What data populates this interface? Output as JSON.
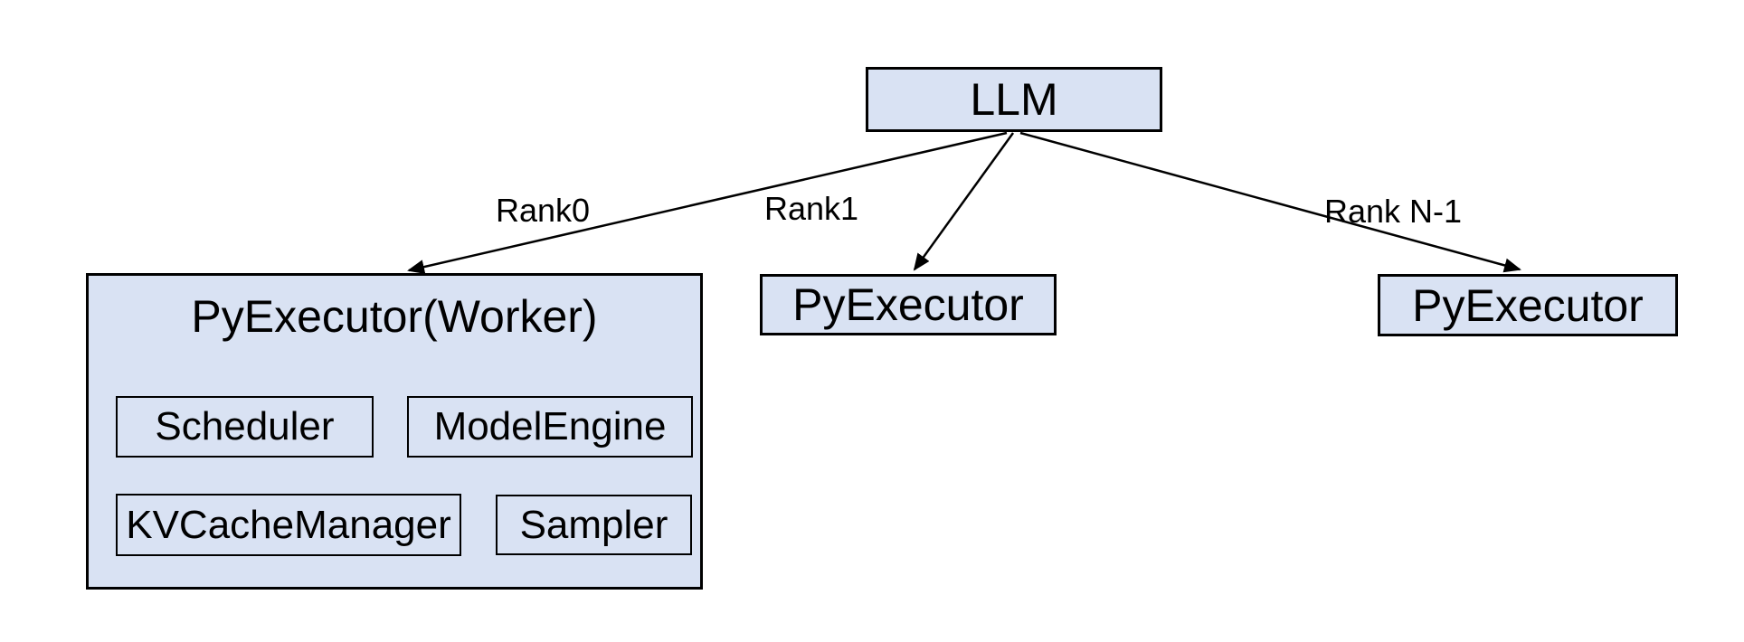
{
  "diagram": {
    "title_node": {
      "label": "LLM"
    },
    "edges": [
      {
        "label": "Rank0"
      },
      {
        "label": "Rank1"
      },
      {
        "label": "Rank N-1"
      }
    ],
    "worker0": {
      "title": "PyExecutor(Worker)",
      "components": [
        "Scheduler",
        "ModelEngine",
        "KVCacheManager",
        "Sampler"
      ]
    },
    "worker1": {
      "title": "PyExecutor"
    },
    "workerN": {
      "title": "PyExecutor"
    },
    "colors": {
      "box_fill": "#d9e2f3",
      "box_border": "#000000",
      "line": "#000000",
      "background": "#ffffff"
    }
  }
}
